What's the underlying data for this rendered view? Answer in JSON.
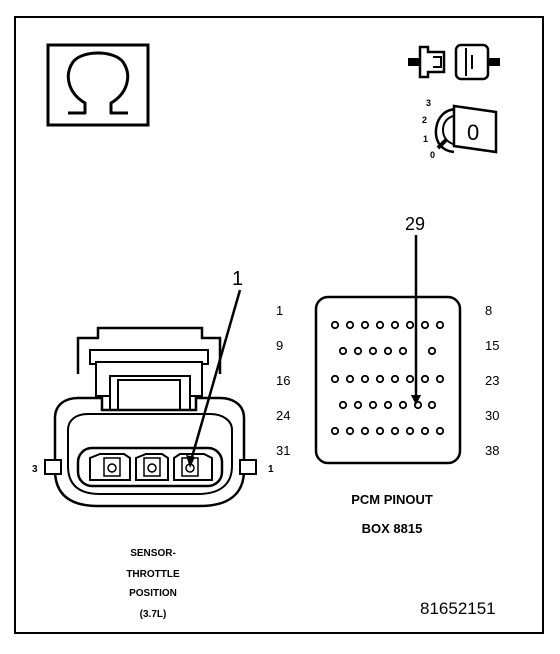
{
  "meter_symbol": {
    "glyph": "Ω",
    "meaning": "ohmmeter"
  },
  "connector_icon": {
    "meaning": "disconnect-connector"
  },
  "ignition": {
    "positions": [
      "3",
      "2",
      "1",
      "0"
    ],
    "key_label": "0"
  },
  "sensor_connector": {
    "callout": "1",
    "pin_left": "3",
    "pin_right": "1",
    "caption": [
      "SENSOR-",
      "THROTTLE",
      "POSITION",
      "(3.7L)"
    ]
  },
  "pcm_pinout": {
    "callout": "29",
    "left_labels": [
      "1",
      "9",
      "16",
      "24",
      "31"
    ],
    "right_labels": [
      "8",
      "15",
      "23",
      "30",
      "38"
    ],
    "title": "PCM PINOUT",
    "subtitle": "BOX 8815"
  },
  "figure_id": "81652151",
  "colors": {
    "line": "#000000",
    "background": "#ffffff"
  }
}
